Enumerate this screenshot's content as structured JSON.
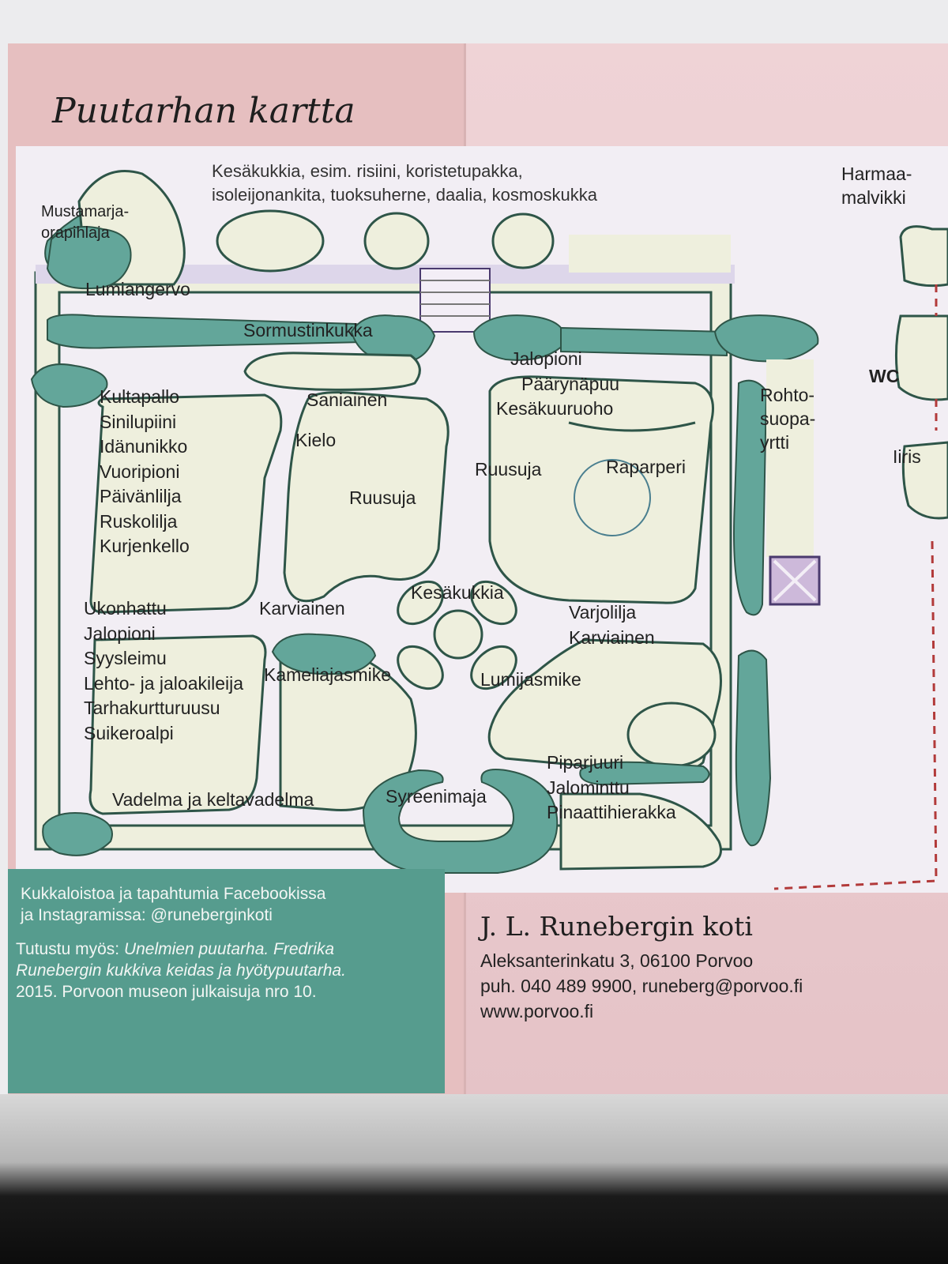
{
  "title": "Puutarhan kartta",
  "map": {
    "top_text": [
      "Kesäkukkia, esim. risiini, koristetupakka,",
      "isoleijonankita, tuoksuherne, daalia, kosmoskukka"
    ],
    "harmaamalvikki": [
      "Harmaa-",
      "malvikki"
    ],
    "mustamarja": [
      "Mustamarja-",
      "orapihlaja"
    ],
    "lumiangervo": "Lumiangervo",
    "sormustinkukka": "Sormustinkukka",
    "bed_left_top": [
      "Kultapallo",
      "Sinilupiini",
      "Idänunikko",
      "Vuoripioni",
      "Päivänlilja",
      "Ruskolilja",
      "Kurjenkello"
    ],
    "saniainen": "Saniainen",
    "kielo": "Kielo",
    "ruusuja_center": "Ruusuja",
    "bed_right_top": [
      "Jalopioni",
      "Päärynäpuu",
      "Kesäkuuruoho"
    ],
    "ruusuja_right": "Ruusuja",
    "raparperi": "Raparperi",
    "rohtosuopayrtti": [
      "Rohto-",
      "suopa-",
      "yrtti"
    ],
    "wc": "WC",
    "iiris": "Iiris",
    "kesakukkia_center": "Kesäkukkia",
    "bed_left_bottom": [
      "Ukonhattu",
      "Jalopioni",
      "Syysleimu",
      "Lehto- ja jaloakileija",
      "Tarhakurtturuusu",
      "Suikeroalpi"
    ],
    "karviainen_left": "Karviainen",
    "kameliajasmike": "Kameliajasmike",
    "bed_right_bottom": [
      "Varjolilja",
      "Karviainen"
    ],
    "lumijasmike": "Lumijasmike",
    "bed_bottom_right": [
      "Piparjuuri",
      "Jalominttu",
      "Pinaattihierakka"
    ],
    "vadelma": "Vadelma ja keltavadelma",
    "syreenimaja": "Syreenimaja"
  },
  "info": {
    "social": [
      "Kukkaloistoa ja tapahtumia Facebookissa",
      "ja Instagramissa: @runeberginkoti"
    ],
    "reading_prefix": "Tutustu myös: ",
    "reading_title_1": "Unelmien puutarha. Fredrika",
    "reading_title_2": "Runebergin kukkiva keidas ja hyötypuutarha.",
    "reading_suffix": "2015. Porvoon museon julkaisuja nro 10."
  },
  "contact": {
    "title": "J. L. Runebergin koti",
    "address": "Aleksanterinkatu 3, 06100 Porvoo",
    "phone_email": "puh. 040 489 9900, runeberg@porvoo.fi",
    "web": "www.porvoo.fi"
  },
  "colors": {
    "brochure_pink": "#e6bfc0",
    "map_bg": "#f2eef4",
    "bed_fill": "#eeefdd",
    "shrub_teal": "#63a69a",
    "outline": "#2e5548",
    "info_teal": "#569c8e"
  }
}
